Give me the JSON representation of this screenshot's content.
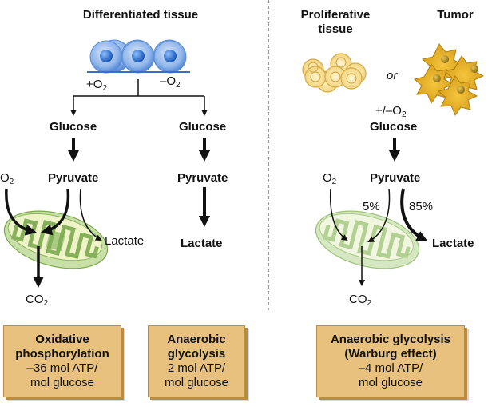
{
  "left_panel": {
    "title": "Differentiated tissue",
    "plus_o2": "+O",
    "minus_o2": "–O",
    "o2_sub": "2",
    "aerobic": {
      "glucose": "Glucose",
      "pyruvate": "Pyruvate",
      "o2": "O",
      "o2_sub": "2",
      "lactate": "Lactate",
      "co2": "CO",
      "co2_sub": "2"
    },
    "anaerobic": {
      "glucose": "Glucose",
      "pyruvate": "Pyruvate",
      "lactate": "Lactate"
    }
  },
  "right_panel": {
    "proliferative_title_line1": "Proliferative",
    "proliferative_title_line2": "tissue",
    "tumor_title": "Tumor",
    "or_label": "or",
    "o2_condition": "+/–O",
    "o2_condition_sub": "2",
    "glucose": "Glucose",
    "pyruvate": "Pyruvate",
    "o2": "O",
    "o2_sub": "2",
    "pct_oxidative": "5%",
    "pct_lactate": "85%",
    "lactate": "Lactate",
    "co2": "CO",
    "co2_sub": "2"
  },
  "boxes": [
    {
      "title_line1": "Oxidative",
      "title_line2": "phosphorylation",
      "yield_line1": "–36 mol ATP/",
      "yield_line2": "mol glucose"
    },
    {
      "title_line1": "Anaerobic",
      "title_line2": "glycolysis",
      "yield_line1": "2 mol ATP/",
      "yield_line2": "mol glucose"
    },
    {
      "title_line1": "Anaerobic glycolysis",
      "title_line2": "(Warburg effect)",
      "yield_line1": "–4 mol ATP/",
      "yield_line2": "mol glucose"
    }
  ],
  "colors": {
    "cell_blue": "#6a9ee0",
    "nucleus_blue": "#1f5fc4",
    "proliferative_yellow": "#f3d98a",
    "tumor_gold": "#e0a92a",
    "mito_green": "#b7d58a",
    "box_tan": "#e8c17f"
  }
}
